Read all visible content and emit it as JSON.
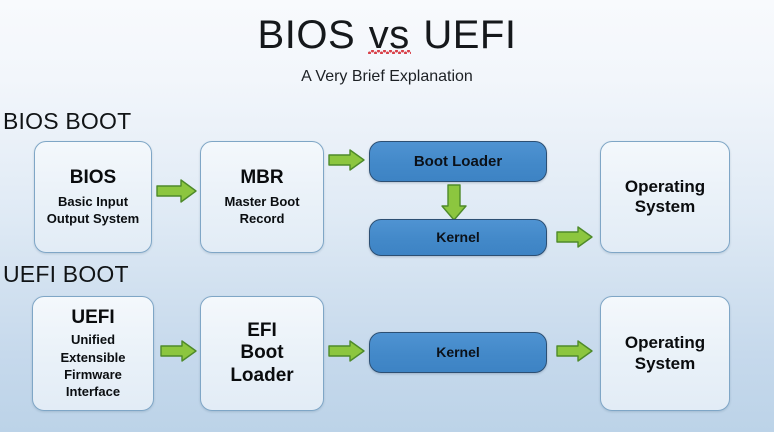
{
  "title": {
    "part1": "BIOS ",
    "vs": "vs",
    "part2": " UEFI",
    "subtitle": "A Very Brief Explanation"
  },
  "sections": {
    "bios_label": "BIOS BOOT",
    "uefi_label": "UEFI BOOT"
  },
  "colors": {
    "light_box_fill": "#e9f1f8",
    "light_box_border": "#7fa6c6",
    "blue_box_fill": "#4389c9",
    "blue_box_border": "#2c4f73",
    "arrow_fill": "#8cc63f",
    "arrow_stroke": "#4e8a2a",
    "background_top": "#f8fafd",
    "background_bottom": "#bcd3e8",
    "spellcheck_underline": "#d8414a"
  },
  "bios_flow": {
    "bios": {
      "heading": "BIOS",
      "line1": "Basic Input",
      "line2": "Output System"
    },
    "mbr": {
      "heading": "MBR",
      "line1": "Master Boot",
      "line2": "Record"
    },
    "boot_loader": {
      "heading": "Boot Loader"
    },
    "kernel": {
      "heading": "Kernel"
    },
    "operating_system": {
      "line1": "Operating",
      "line2": "System"
    }
  },
  "uefi_flow": {
    "uefi": {
      "heading": "UEFI",
      "line1": "Unified",
      "line2": "Extensible",
      "line3": "Firmware",
      "line4": "Interface"
    },
    "efi_boot_loader": {
      "line1": "EFI",
      "line2": "Boot",
      "line3": "Loader"
    },
    "kernel": {
      "heading": "Kernel"
    },
    "operating_system": {
      "line1": "Operating",
      "line2": "System"
    }
  },
  "arrows": [
    {
      "name": "bios-to-mbr",
      "direction": "right"
    },
    {
      "name": "mbr-to-boot-loader",
      "direction": "right"
    },
    {
      "name": "boot-loader-to-kernel",
      "direction": "down"
    },
    {
      "name": "kernel-to-operating-system",
      "direction": "right"
    },
    {
      "name": "uefi-to-efi-boot-loader",
      "direction": "right"
    },
    {
      "name": "efi-boot-loader-to-kernel",
      "direction": "right"
    },
    {
      "name": "kernel-to-operating-system-2",
      "direction": "right"
    }
  ]
}
